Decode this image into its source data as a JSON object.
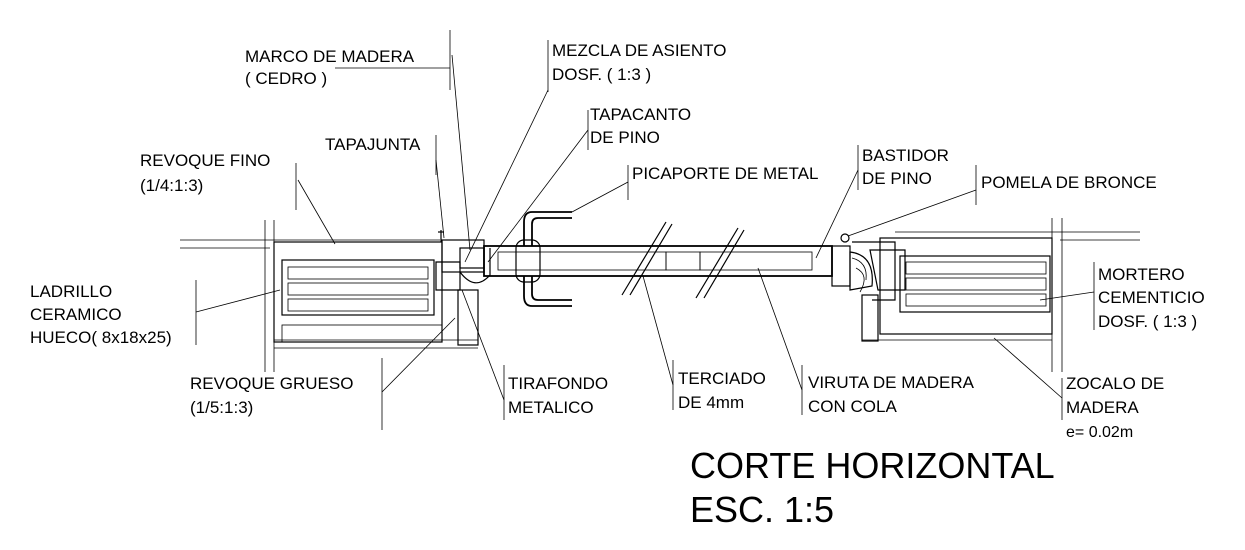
{
  "labels": {
    "marco": [
      "MARCO DE MADERA",
      "( CEDRO )"
    ],
    "mezcla": [
      "MEZCLA DE ASIENTO",
      "DOSF. ( 1:3 )"
    ],
    "tapacanto": [
      "TAPACANTO",
      "DE PINO"
    ],
    "tapajunta": "TAPAJUNTA",
    "revoque_fino": [
      "REVOQUE FINO",
      "(1/4:1:3)"
    ],
    "picaporte": "PICAPORTE DE METAL",
    "bastidor": [
      "BASTIDOR",
      "DE PINO"
    ],
    "pomela": "POMELA DE BRONCE",
    "ladrillo": [
      "LADRILLO",
      "CERAMICO",
      "HUECO( 8x18x25)"
    ],
    "mortero": [
      "MORTERO",
      "CEMENTICIO",
      "DOSF. ( 1:3 )"
    ],
    "revoque_grueso": [
      "REVOQUE GRUESO",
      "(1/5:1:3)"
    ],
    "tirafondo": [
      "TIRAFONDO",
      "METALICO"
    ],
    "terciado": [
      "TERCIADO",
      "DE 4mm"
    ],
    "viruta": [
      "VIRUTA DE MADERA",
      "CON COLA"
    ],
    "zocalo": [
      "ZOCALO DE",
      "MADERA",
      "e= 0.02m"
    ]
  },
  "title": {
    "line1": "CORTE HORIZONTAL",
    "line2": "ESC. 1:5"
  }
}
